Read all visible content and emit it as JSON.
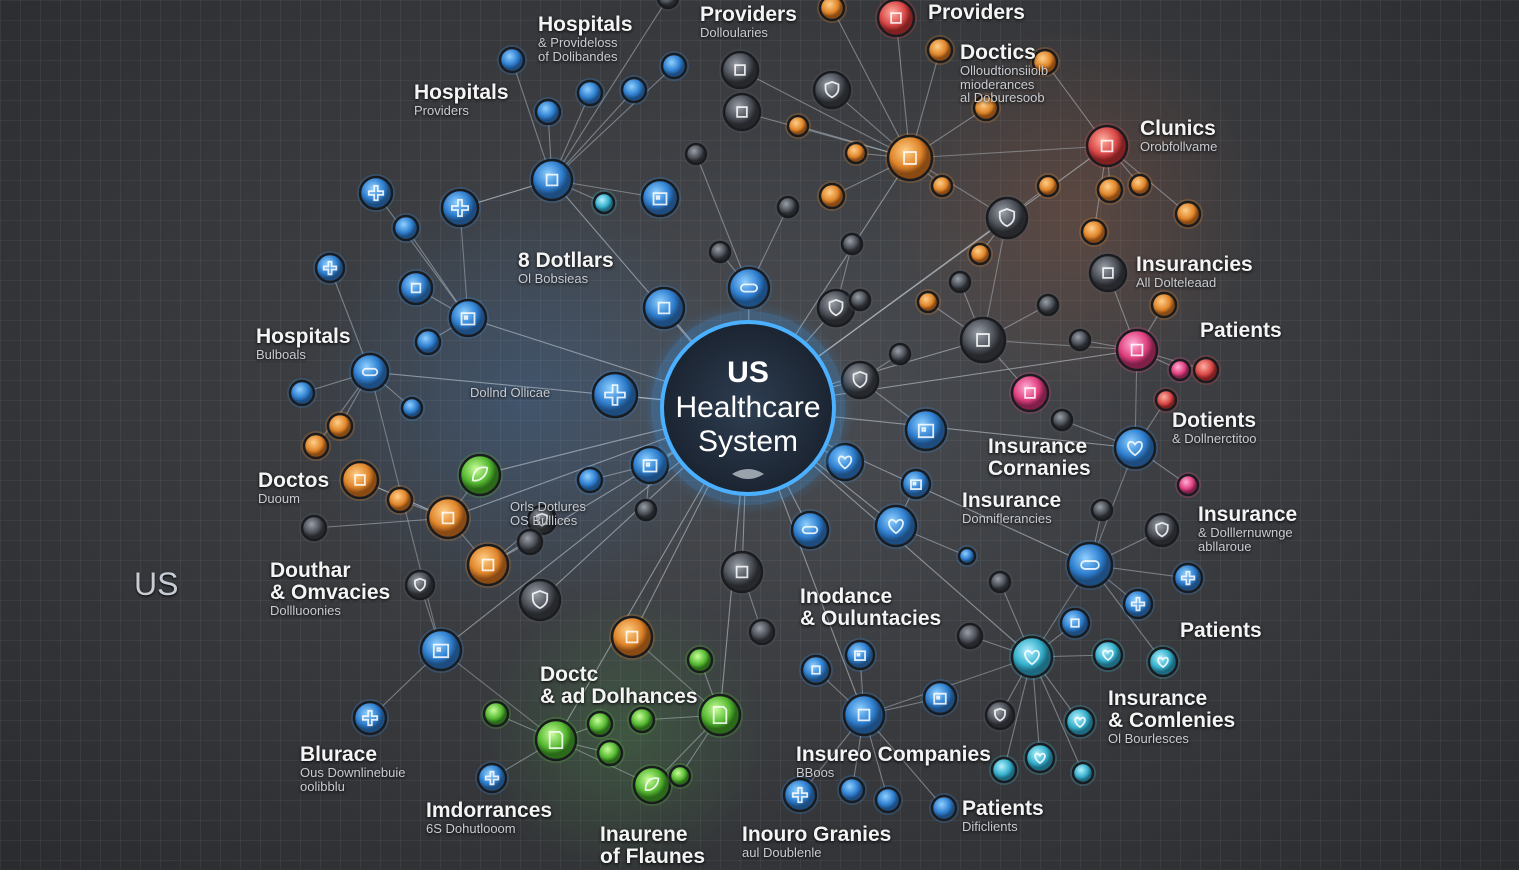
{
  "center": {
    "line1": "US",
    "line2": "Healthcare",
    "line3": "System"
  },
  "side_mark": "US",
  "labels": [
    {
      "id": "l1",
      "heading": "Hospitals",
      "sub": "& Provideloss\nof Dolibandes"
    },
    {
      "id": "l2",
      "heading": "Providers",
      "sub": "Dolloularies"
    },
    {
      "id": "l3",
      "heading": "Providers",
      "sub": ""
    },
    {
      "id": "l4",
      "heading": "Hospitals",
      "sub": "Providers"
    },
    {
      "id": "l5",
      "heading": "Doctics",
      "sub": "Olloudtionsiiolb\nmioderances\nal Doburesoob"
    },
    {
      "id": "l6",
      "heading": "Clunics",
      "sub": "Orobfollvame"
    },
    {
      "id": "l7",
      "heading": "8 Dotllars",
      "sub": "Ol Bobsieas"
    },
    {
      "id": "l8",
      "heading": "Insurancies",
      "sub": "All Dolteleaad"
    },
    {
      "id": "l9",
      "heading": "Hospitals",
      "sub": "Bulboals"
    },
    {
      "id": "l10",
      "heading": "Patients",
      "sub": ""
    },
    {
      "id": "l11",
      "heading": "",
      "sub": "Dollnd Ollicae"
    },
    {
      "id": "l12",
      "heading": "Dotients",
      "sub": "& Dollnerctitoo"
    },
    {
      "id": "l13",
      "heading": "Insurance\nCornanies",
      "sub": ""
    },
    {
      "id": "l14",
      "heading": "Doctos",
      "sub": "Duoum"
    },
    {
      "id": "l15",
      "heading": "Insurance",
      "sub": "Donniflerancies"
    },
    {
      "id": "l16",
      "heading": "Insurance",
      "sub": "& Dolllernuwnge\nabllaroue"
    },
    {
      "id": "l17",
      "heading": "",
      "sub": "Orls Dotlures\nOS Bullices"
    },
    {
      "id": "l18",
      "heading": "Douthar\n& Omvacies",
      "sub": "Dollluoonies"
    },
    {
      "id": "l19",
      "heading": "Inodance\n& Ouluntacies",
      "sub": ""
    },
    {
      "id": "l20",
      "heading": "Patients",
      "sub": ""
    },
    {
      "id": "l21",
      "heading": "Doctc\n& ad Dolhances",
      "sub": ""
    },
    {
      "id": "l22",
      "heading": "Insurance\n& Comlenies",
      "sub": "Ol Bourlesces"
    },
    {
      "id": "l23",
      "heading": "Blurace",
      "sub": "Ous Downlinebuie\noolibblu"
    },
    {
      "id": "l24",
      "heading": "Insureo Companies",
      "sub": "BBoos"
    },
    {
      "id": "l25",
      "heading": "Imdorrances",
      "sub": "6S Dohutlooom"
    },
    {
      "id": "l26",
      "heading": "Patients",
      "sub": "Dificlients"
    },
    {
      "id": "l27",
      "heading": "Inaurene\nof Flaunes",
      "sub": ""
    },
    {
      "id": "l28",
      "heading": "Inouro Granies",
      "sub": "aul Doublenle"
    }
  ],
  "palette": {
    "blue": "#3b8fe0",
    "cyan": "#46c0d8",
    "orange": "#e38a2f",
    "red": "#e05050",
    "pink": "#e84a8c",
    "green": "#5cc03a",
    "gray": "#5b6068",
    "center_ring": "#3aa3ff"
  },
  "nodes": [
    {
      "color": "blue",
      "icon": "hospital-icon"
    },
    {
      "color": "blue",
      "icon": "stethoscope-icon"
    },
    {
      "color": "blue",
      "icon": "building-icon"
    },
    {
      "color": "blue",
      "icon": "pill-icon"
    },
    {
      "color": "cyan",
      "icon": "heart-icon"
    },
    {
      "color": "orange",
      "icon": "doctor-icon"
    },
    {
      "color": "orange",
      "icon": "clipboard-icon"
    },
    {
      "color": "red",
      "icon": "clinic-icon"
    },
    {
      "color": "pink",
      "icon": "patient-icon"
    },
    {
      "color": "green",
      "icon": "leaf-icon"
    },
    {
      "color": "green",
      "icon": "document-icon"
    },
    {
      "color": "gray",
      "icon": "shield-icon"
    }
  ]
}
